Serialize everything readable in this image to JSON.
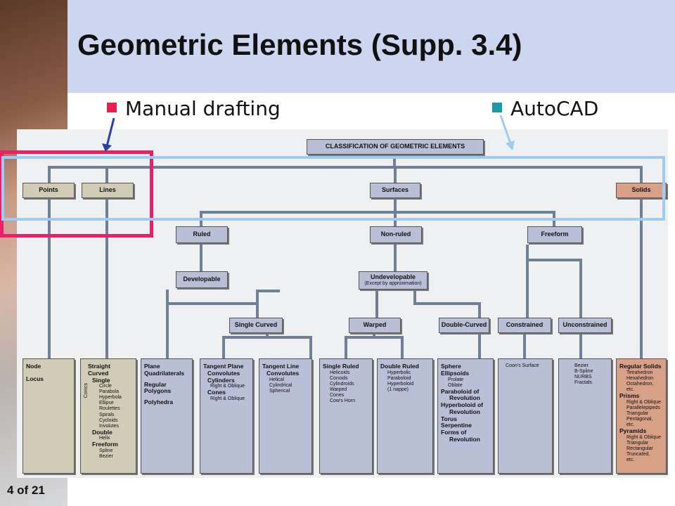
{
  "title": "Geometric Elements (Supp. 3.4)",
  "legend": {
    "manual": {
      "label": "Manual drafting",
      "color": "#e8204d"
    },
    "autocad": {
      "label": "AutoCAD",
      "color": "#1b9aa6"
    }
  },
  "slide_number": "4 of 21",
  "colors": {
    "manual_highlight": "#e8206a",
    "autocad_highlight": "#9ecbf3",
    "arrow_manual": "#2a3fa8",
    "arrow_autocad": "#9ecbf3"
  },
  "diagram": {
    "root": "CLASSIFICATION OF GEOMETRIC ELEMENTS",
    "top": {
      "points": "Points",
      "lines": "Lines",
      "surfaces": "Surfaces",
      "solids": "Solids"
    },
    "surface_types": {
      "ruled": "Ruled",
      "nonruled": "Non-ruled",
      "freeform": "Freeform"
    },
    "developable": "Developable",
    "undevelopable": "Undevelopable",
    "undevelopable_note": "(Except by approximation)",
    "single_curved": "Single Curved",
    "warped": "Warped",
    "double_curved": "Double-Curved",
    "constrained": "Constrained",
    "unconstrained": "Unconstrained",
    "columns": {
      "points": {
        "node": "Node",
        "locus": "Locus"
      },
      "lines": {
        "straight": "Straight",
        "curved": "Curved",
        "single": "Single",
        "conics_label": "Conics",
        "single_items": [
          "Circle",
          "Parabola",
          "Hyperbola",
          "Ellipse",
          "Roulettes",
          "Spirals",
          "Cycloids",
          "Involutes"
        ],
        "double": "Double",
        "double_items": [
          "Helix"
        ],
        "freeform": "Freeform",
        "freeform_items": [
          "Spline",
          "Bezier"
        ]
      },
      "planes": {
        "a": "Plane",
        "b": "Quadrilaterals",
        "c": "Regular",
        "d": "Polygons",
        "e": "Polyhedra"
      },
      "tangent_plane": {
        "a": "Tangent Plane",
        "b": "Convolutes",
        "c": "Cylinders",
        "d": "Right & Oblique",
        "e": "Cones",
        "f": "Right & Oblique"
      },
      "tangent_line": {
        "a": "Tangent Line",
        "b": "Convolutes",
        "items": [
          "Helical",
          "Cylindrical",
          "Spherical"
        ]
      },
      "single_ruled": {
        "a": "Single Ruled",
        "items": [
          "Helicoids",
          "Conoids",
          "Cylindroids",
          "Warped",
          "Cones",
          "Cow's Horn"
        ]
      },
      "double_ruled": {
        "a": "Double Ruled",
        "items": [
          "Hyperbolic",
          "Paraboloid",
          "Hyperboloid",
          "(1 nappe)"
        ]
      },
      "double_curved": {
        "sphere": "Sphere",
        "ellipsoids": "Ellipsoids",
        "ellipsoid_items": [
          "Prolate",
          "Oblate"
        ],
        "rest": [
          "Paraboloid of",
          "Revolution",
          "Hyperboloid of",
          "Revolution",
          "Torus",
          "Serpentine",
          "Forms of",
          "Revolution"
        ]
      },
      "constrained": {
        "items": [
          "Coon's Surface"
        ]
      },
      "unconstrained": {
        "items": [
          "Bezier",
          "B-Spline",
          "NURBS",
          "Fractals"
        ]
      },
      "solids": {
        "regular": "Regular Solids",
        "regular_items": [
          "Tetrahedron",
          "Hexahedron",
          "Octahedron,",
          "etc."
        ],
        "prisms": "Prisms",
        "prism_items": [
          "Right & Oblique",
          "Parallelepipeds",
          "Triangular",
          "Pentagonal,",
          "etc."
        ],
        "pyramids": "Pyramids",
        "pyramid_items": [
          "Right & Oblique",
          "Triangular",
          "Rectangular",
          "Truncated,",
          "etc."
        ]
      }
    }
  }
}
